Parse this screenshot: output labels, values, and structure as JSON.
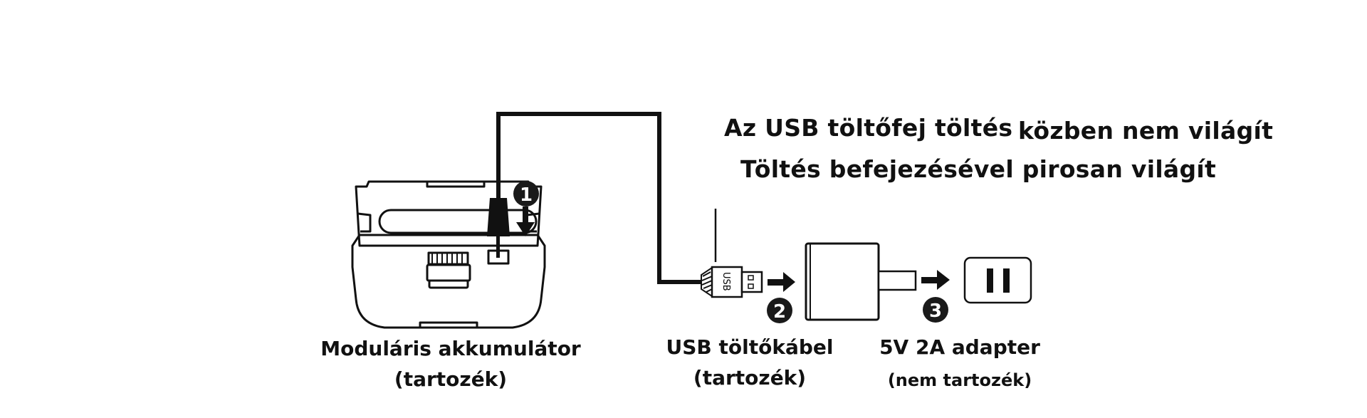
{
  "status": {
    "line1_part1": "Az USB töltőfej töltés",
    "line1_part2": "közben nem világít",
    "line2": "Töltés befejezésével pirosan világít"
  },
  "steps": [
    "1",
    "2",
    "3"
  ],
  "usb_plug_text": "USB",
  "components": [
    {
      "name": "Moduláris akkumulátor",
      "note": "(tartozék)"
    },
    {
      "name": "USB töltőkábel",
      "note": "(tartozék)"
    },
    {
      "name": "5V 2A adapter",
      "note": "(nem tartozék)"
    }
  ],
  "colors": {
    "ink": "#111111",
    "badge_fill": "#1a1a1a",
    "badge_text": "#ffffff",
    "background": "#ffffff"
  }
}
